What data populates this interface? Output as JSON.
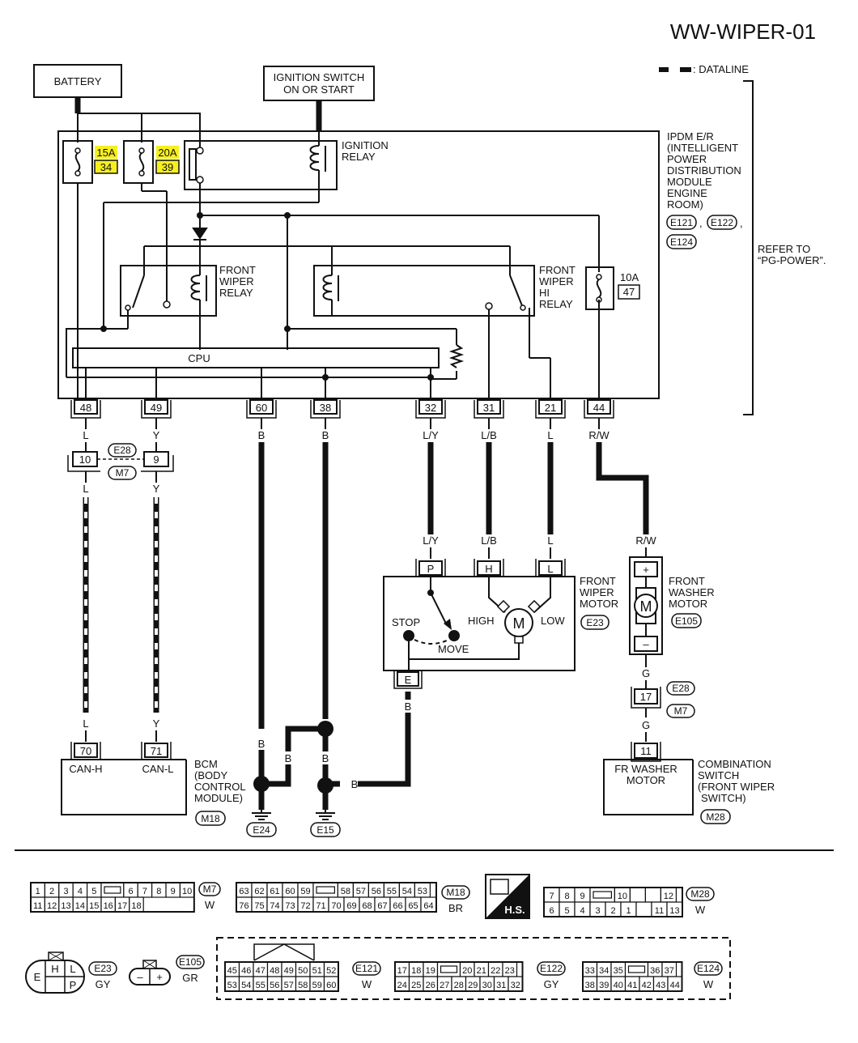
{
  "title": "WW-WIPER-01",
  "legend": {
    "dataline": ": DATALINE"
  },
  "colors": {
    "fuse_highlight": "#f6ef1f",
    "ink": "#111111"
  },
  "battery": "BATTERY",
  "ignition_switch": [
    "IGNITION SWITCH",
    "ON OR START"
  ],
  "fuses": [
    {
      "amps": "15A",
      "number": "34"
    },
    {
      "amps": "20A",
      "number": "39"
    },
    {
      "amps": "10A",
      "number": "47"
    }
  ],
  "ignition_relay": [
    "IGNITION",
    "RELAY"
  ],
  "front_wiper_relay": [
    "FRONT",
    "WIPER",
    "RELAY"
  ],
  "front_wiper_hi_relay": [
    "FRONT",
    "WIPER",
    "HI",
    "RELAY"
  ],
  "cpu": "CPU",
  "ipdm": [
    "IPDM E/R",
    "(INTELLIGENT",
    "POWER",
    "DISTRIBUTION",
    "MODULE",
    "ENGINE",
    "ROOM)"
  ],
  "ipdm_connectors": [
    "E121",
    "E122",
    "E124"
  ],
  "ipdm_sep": [
    ",",
    ","
  ],
  "refer": [
    "REFER TO",
    "“PG-POWER”."
  ],
  "ipdm_terminals": [
    {
      "num": "48",
      "wire": "L"
    },
    {
      "num": "49",
      "wire": "Y"
    },
    {
      "num": "60",
      "wire": "B"
    },
    {
      "num": "38",
      "wire": "B"
    },
    {
      "num": "32",
      "wire": "L/Y"
    },
    {
      "num": "31",
      "wire": "L/B"
    },
    {
      "num": "21",
      "wire": "L"
    },
    {
      "num": "44",
      "wire": "R/W"
    }
  ],
  "joint": {
    "left": "10",
    "right": "9",
    "conn_a": "E28",
    "conn_b": "M7",
    "wire_left": "L",
    "wire_right": "Y"
  },
  "bcm": {
    "terminals": [
      {
        "num": "70",
        "wire": "L",
        "label": "CAN-H"
      },
      {
        "num": "71",
        "wire": "Y",
        "label": "CAN-L"
      }
    ],
    "name": [
      "BCM",
      "(BODY",
      "CONTROL",
      "MODULE)"
    ],
    "connector": "M18"
  },
  "grounds": [
    {
      "name": "E24",
      "wires": [
        "B",
        "B"
      ]
    },
    {
      "name": "E15",
      "wires": [
        "B",
        "B",
        "B"
      ]
    }
  ],
  "wiper_motor": {
    "terminals": [
      {
        "num": "P",
        "wire": "L/Y"
      },
      {
        "num": "H",
        "wire": "L/B"
      },
      {
        "num": "L",
        "wire": "L"
      }
    ],
    "ground": {
      "num": "E",
      "wire": "B"
    },
    "stop": "STOP",
    "move": "MOVE",
    "high": "HIGH",
    "low": "LOW",
    "m": "M",
    "name": [
      "FRONT",
      "WIPER",
      "MOTOR"
    ],
    "connector": "E23"
  },
  "washer_motor": {
    "wire_top": "R/W",
    "plus": "+",
    "minus": "–",
    "m": "M",
    "name": [
      "FRONT",
      "WASHER",
      "MOTOR"
    ],
    "connector": "E105",
    "wire_mid": "G",
    "joint": "17",
    "joint_a": "E28",
    "joint_b": "M7",
    "wire_low": "G"
  },
  "combo_switch": {
    "terminal": "11",
    "inner": [
      "FR WASHER",
      "MOTOR"
    ],
    "name": [
      "COMBINATION",
      "SWITCH",
      "(FRONT WIPER",
      "SWITCH)"
    ],
    "connector": "M28"
  },
  "connectors": {
    "m7": {
      "name": "M7",
      "color": "W",
      "row1": [
        "1",
        "2",
        "3",
        "4",
        "5",
        "",
        "6",
        "7",
        "8",
        "9",
        "10"
      ],
      "row2": [
        "11",
        "12",
        "13",
        "14",
        "15",
        "16",
        "17",
        "18"
      ]
    },
    "m18": {
      "name": "M18",
      "color": "BR",
      "row1": [
        "63",
        "62",
        "61",
        "60",
        "59",
        "",
        "58",
        "57",
        "56",
        "55",
        "54",
        "53"
      ],
      "row2": [
        "76",
        "75",
        "74",
        "73",
        "72",
        "71",
        "70",
        "69",
        "68",
        "67",
        "66",
        "65",
        "64"
      ]
    },
    "m28": {
      "name": "M28",
      "color": "W",
      "row1": [
        "7",
        "8",
        "9",
        "",
        "10",
        "",
        "",
        "12"
      ],
      "row2": [
        "6",
        "5",
        "4",
        "3",
        "2",
        "1",
        "",
        "11",
        "13"
      ]
    },
    "hs": "H.S.",
    "e23": {
      "name": "E23",
      "color": "GY",
      "pins": [
        "E",
        "H",
        "L",
        "P"
      ]
    },
    "e105": {
      "name": "E105",
      "color": "GR",
      "pins": [
        "–",
        "+"
      ]
    },
    "e121": {
      "name": "E121",
      "color": "W",
      "row1": [
        "45",
        "46",
        "47",
        "48",
        "49",
        "50",
        "51",
        "52"
      ],
      "row2": [
        "53",
        "54",
        "55",
        "56",
        "57",
        "58",
        "59",
        "60"
      ]
    },
    "e122": {
      "name": "E122",
      "color": "GY",
      "row1": [
        "17",
        "18",
        "19",
        "",
        "20",
        "21",
        "22",
        "23"
      ],
      "row2": [
        "24",
        "25",
        "26",
        "27",
        "28",
        "29",
        "30",
        "31",
        "32"
      ]
    },
    "e124": {
      "name": "E124",
      "color": "W",
      "row1": [
        "33",
        "34",
        "35",
        "",
        "36",
        "37"
      ],
      "row2": [
        "38",
        "39",
        "40",
        "41",
        "42",
        "43",
        "44"
      ]
    }
  }
}
